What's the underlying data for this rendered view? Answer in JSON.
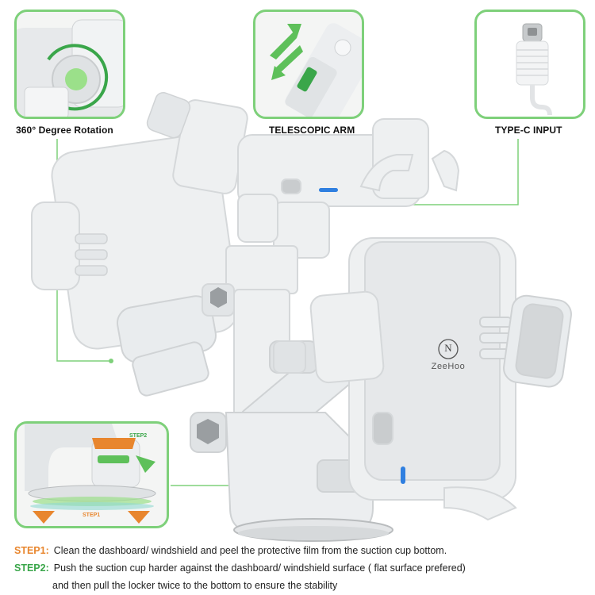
{
  "callouts": {
    "rotation": "360° Degree Rotation",
    "telescopic": "TELESCOPIC ARM",
    "typec": "TYPE-C INPUT"
  },
  "steps": {
    "step1_label": "STEP1:",
    "step1_text": "Clean the dashboard/ windshield and peel the protective film from the suction cup bottom.",
    "step2_label": "STEP2:",
    "step2_text_line1": "Push the suction cup harder against the  dashboard/ windshield surface ( flat surface prefered)",
    "step2_text_line2": "and then pull the locker twice to the bottom to ensure the stability"
  },
  "inset": {
    "step2_tag": "STEP2",
    "step1_tag": "STEP1"
  },
  "brand": {
    "logo_mark": "N",
    "logo_text": "ZeeHoo"
  },
  "colors": {
    "accent_green": "#7ed07a",
    "step_orange": "#e8862e",
    "product_white": "#eef0f1",
    "product_grey": "#c9ccce",
    "indicator_blue": "#2f7fe0"
  }
}
